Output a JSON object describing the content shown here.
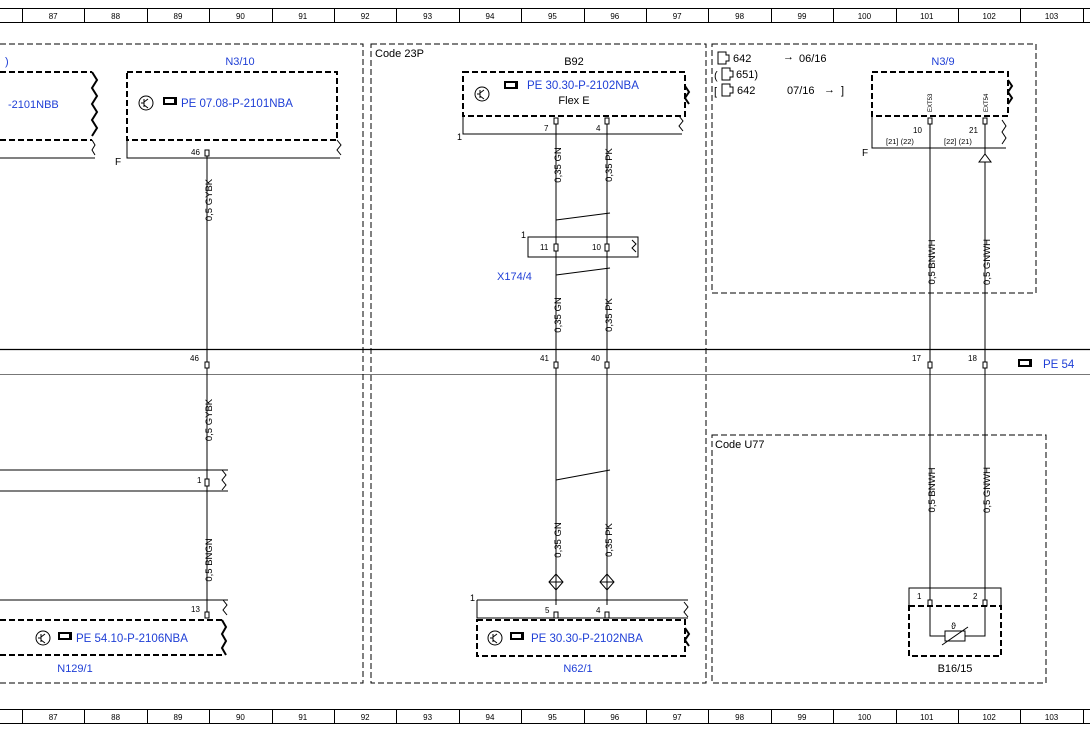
{
  "grid_columns": [
    "87",
    "88",
    "89",
    "90",
    "91",
    "92",
    "93",
    "94",
    "95",
    "96",
    "97",
    "98",
    "99",
    "100",
    "101",
    "102",
    "103"
  ],
  "frames": {
    "code_23p": "Code 23P",
    "code_u77": "Code U77"
  },
  "n3_10": {
    "left_label": "N3/10",
    "left_ref": "-2101NBB",
    "left_arrow": ")",
    "ref": "PE 07.08-P-2101NBA",
    "pin": "46",
    "ground": "F"
  },
  "b92": {
    "label": "B92",
    "ref": "PE 30.30-P-2102NBA",
    "sub": "Flex E",
    "pin_left": "7",
    "pin_right": "4",
    "corner": "1"
  },
  "n3_9": {
    "label": "N3/9",
    "engine_lines": [
      "642",
      "651)",
      "642"
    ],
    "engine_prefix": [
      "",
      "(",
      "["
    ],
    "date_a": "06/16",
    "date_b": "07/16",
    "date_b_suffix": "]",
    "ext3": "EXT53",
    "ext4": "EXT54",
    "pin_left": "10",
    "pin_right": "21",
    "pin_left_sub": "[21] (22)",
    "pin_right_sub": "[22] (21)",
    "ground": "F"
  },
  "wires": {
    "gybk": "0,5 GYBK",
    "bngn": "0,5 BNGN",
    "gn035": "0,35 GN",
    "pk035": "0,35 PK",
    "bnwh": "0,5 BNWH",
    "gnwh": "0,5 GNWH"
  },
  "x174_4": {
    "label": "X174/4",
    "pin_left": "11",
    "pin_right": "10",
    "corner": "1"
  },
  "bus_pins": {
    "p46": "46",
    "p41": "41",
    "p40": "40",
    "p17": "17",
    "p18": "18",
    "ref_pe54": "PE 54"
  },
  "n129_1": {
    "label": "N129/1",
    "ref": "PE 54.10-P-2106NBA",
    "pin": "13",
    "conn_pin": "1"
  },
  "n62_1": {
    "label": "N62/1",
    "ref": "PE 30.30-P-2102NBA",
    "pin_left": "5",
    "pin_right": "4",
    "corner": "1"
  },
  "b16_15": {
    "label": "B16/15",
    "pin_left": "1",
    "pin_right": "2",
    "symbol": "ϑ"
  },
  "colors": {
    "line": "#000000",
    "link": "#1f3fd6",
    "frame": "#000000"
  }
}
